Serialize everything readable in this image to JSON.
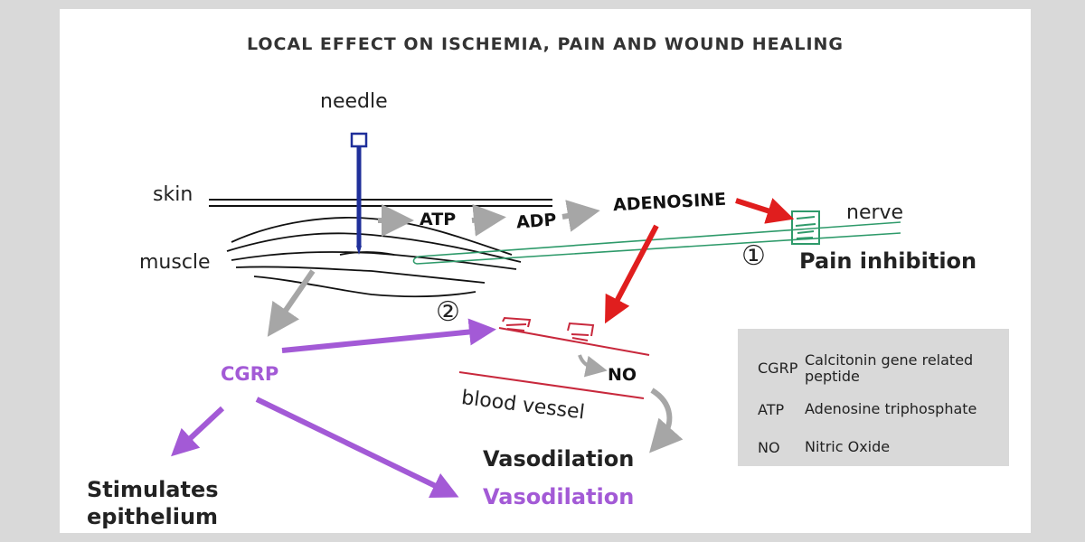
{
  "title": "LOCAL EFFECT ON ISCHEMIA, PAIN AND WOUND HEALING",
  "labels": {
    "needle": "needle",
    "skin": "skin",
    "muscle": "muscle",
    "nerve": "nerve",
    "blood_vessel": "blood vessel",
    "atp": "ATP",
    "adp": "ADP",
    "adenosine": "ADENOSINE",
    "no": "NO",
    "cgrp": "CGRP",
    "pain_inhibition": "Pain inhibition",
    "vasodilation_black": "Vasodilation",
    "vasodilation_purple": "Vasodilation",
    "stimulates_line1": "Stimulates",
    "stimulates_line2": "epithelium",
    "marker1": "①",
    "marker2": "②"
  },
  "legend": [
    {
      "abbr": "CGRP",
      "definition": "Calcitonin gene related peptide"
    },
    {
      "abbr": "ATP",
      "definition": "Adenosine triphosphate"
    },
    {
      "abbr": "NO",
      "definition": "Nitric Oxide"
    }
  ],
  "colors": {
    "needle": "#1f2f9a",
    "nerve": "#2e9a6a",
    "vessel": "#c8283c",
    "red_arrow": "#e01e1e",
    "purple": "#a35ad6",
    "gray_arrow": "#a6a6a6",
    "legend_bg": "#d9d9d9"
  }
}
